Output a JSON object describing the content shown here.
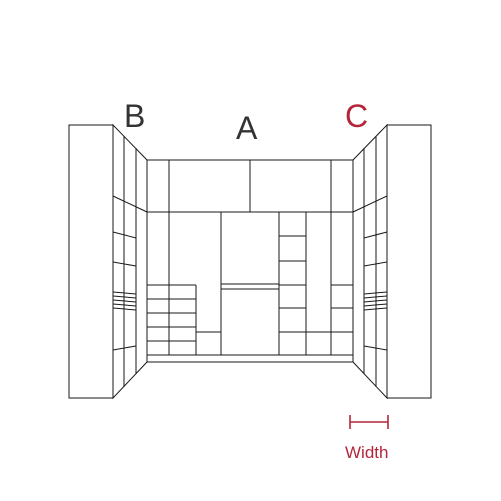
{
  "labels": {
    "a": "A",
    "b": "B",
    "c": "C",
    "width": "Width"
  },
  "colors": {
    "line": "#1a1a1a",
    "text": "#333333",
    "accent": "#b5253a"
  }
}
